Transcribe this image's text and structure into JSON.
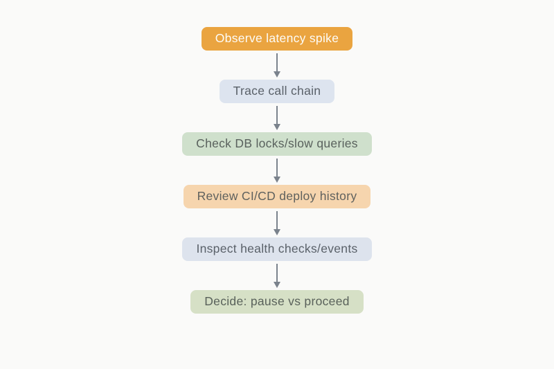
{
  "page": {
    "background_color": "#fafaf9"
  },
  "flowchart": {
    "arrow_color": "#7a828c",
    "nodes": [
      {
        "id": "observe-latency-spike",
        "label": "Observe latency spike",
        "fill": "#eaa440",
        "text_color": "#fdfcf8"
      },
      {
        "id": "trace-call-chain",
        "label": "Trace call chain",
        "fill": "#dde4ef",
        "text_color": "#5a6169"
      },
      {
        "id": "check-db-locks",
        "label": "Check DB locks/slow queries",
        "fill": "#cfe0cc",
        "text_color": "#59615d"
      },
      {
        "id": "review-cicd-history",
        "label": "Review CI/CD deploy history",
        "fill": "#f6d5ae",
        "text_color": "#5f615e"
      },
      {
        "id": "inspect-health-checks",
        "label": "Inspect health checks/events",
        "fill": "#dde3ed",
        "text_color": "#5a6169"
      },
      {
        "id": "decide-pause-vs-proceed",
        "label": "Decide: pause vs proceed",
        "fill": "#d6e0c6",
        "text_color": "#59615a"
      }
    ]
  }
}
